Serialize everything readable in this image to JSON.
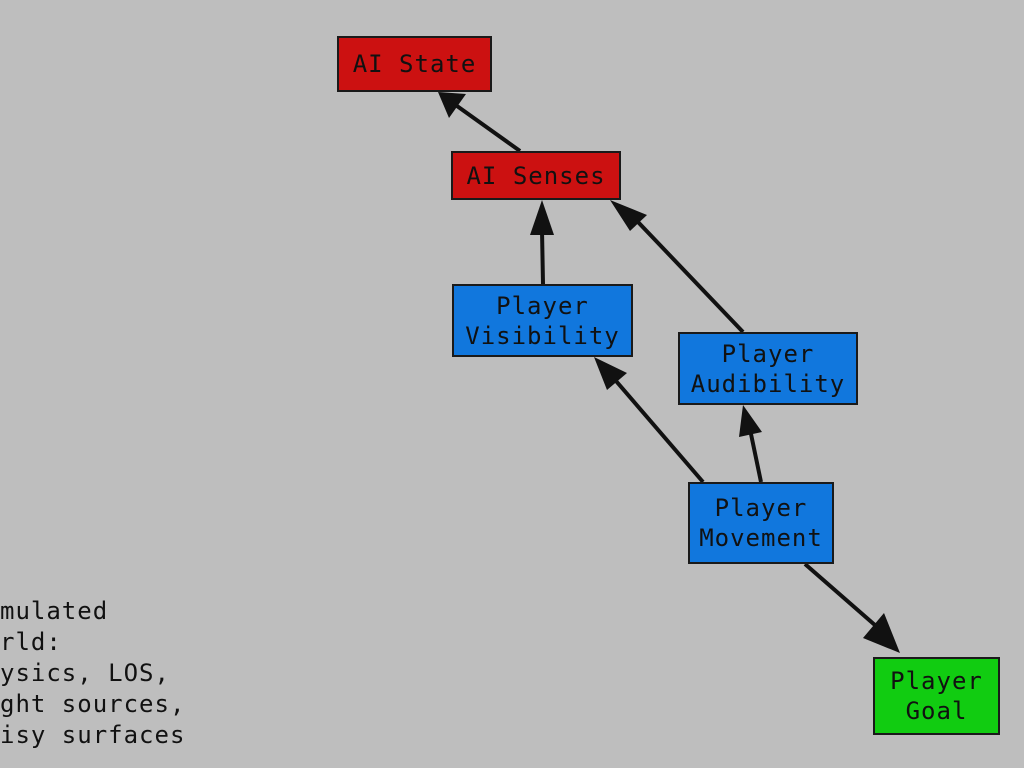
{
  "diagram": {
    "nodes": {
      "ai_state": "AI State",
      "ai_senses": "AI Senses",
      "player_visibility": "Player\nVisibility",
      "player_audibility": "Player\nAudibility",
      "player_movement": "Player\nMovement",
      "player_goal": "Player\nGoal"
    },
    "edges": [
      {
        "from": "ai_senses",
        "to": "ai_state"
      },
      {
        "from": "player_visibility",
        "to": "ai_senses"
      },
      {
        "from": "player_audibility",
        "to": "ai_senses"
      },
      {
        "from": "player_movement",
        "to": "player_visibility"
      },
      {
        "from": "player_movement",
        "to": "player_audibility"
      },
      {
        "from": "player_movement",
        "to": "player_goal"
      }
    ],
    "colors": {
      "ai": "#cc1111",
      "player_inner": "#1177dd",
      "player_goal": "#11cc11",
      "arrow": "#111111",
      "background": "#bebebe"
    }
  },
  "side_note": {
    "lines": [
      "mulated",
      "rld:",
      "ysics, LOS,",
      "ght sources,",
      "isy surfaces"
    ]
  }
}
